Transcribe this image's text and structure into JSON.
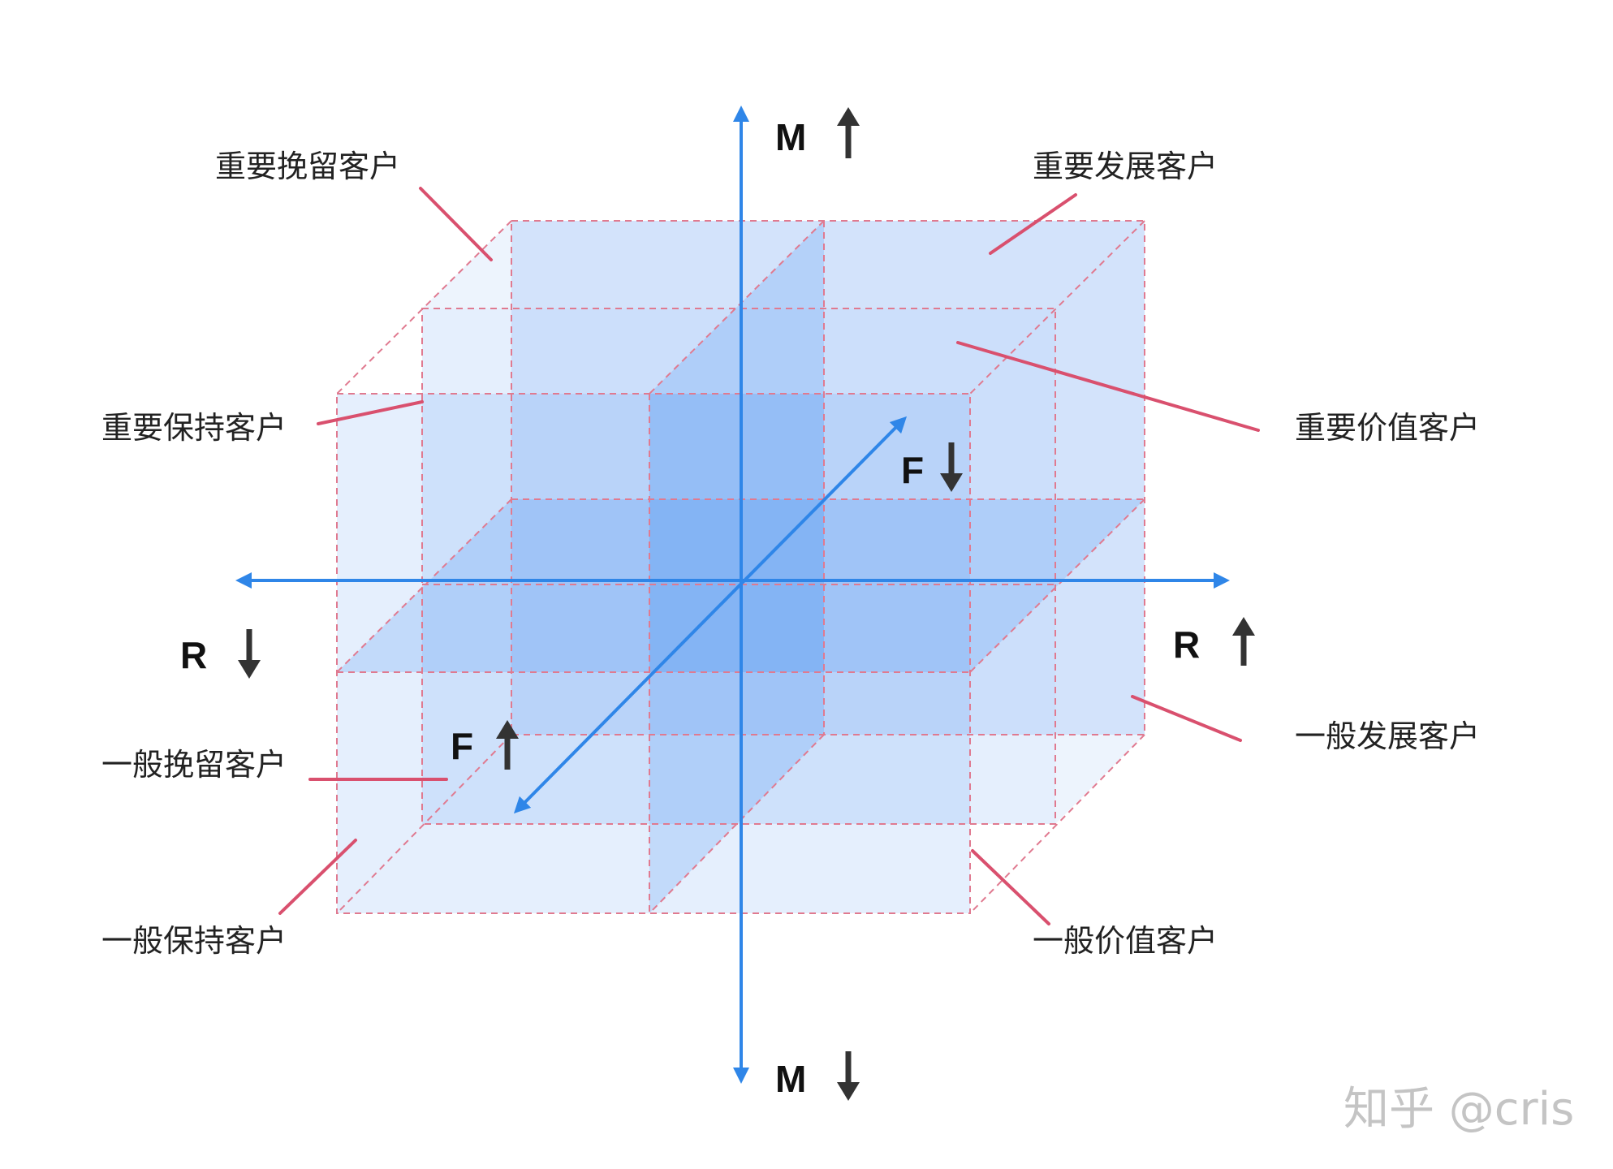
{
  "diagram": {
    "segments": {
      "important_retain": "重要挽留客户",
      "important_develop": "重要发展客户",
      "important_keep": "重要保持客户",
      "important_value": "重要价值客户",
      "general_retain": "一般挽留客户",
      "general_develop": "一般发展客户",
      "general_keep": "一般保持客户",
      "general_value": "一般价值客户"
    },
    "axes": {
      "m_up": "M",
      "m_down": "M",
      "r_up": "R",
      "r_down": "R",
      "f_up": "F",
      "f_down": "F"
    },
    "colors": {
      "axis": "#2f86e8",
      "leader": "#d9506e",
      "dashed_edge": "#e07a90",
      "fill": "#4a90f0",
      "arrow_glyph": "#333333"
    }
  },
  "watermark": {
    "text": "知乎 @cris"
  }
}
